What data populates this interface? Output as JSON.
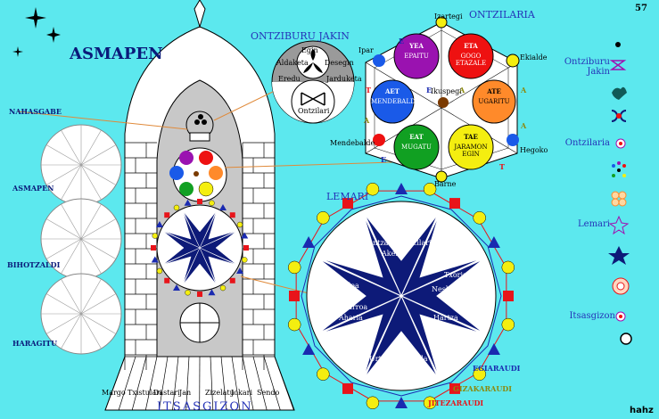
{
  "page_number": "57",
  "signature": "hahz",
  "title_main": "ASMAPEN",
  "title_bottom": "ITSASGIZON",
  "left_labels": [
    "NAHASGABE",
    "ASMAPEN",
    "BIHOTZALDI",
    "HARAGITU"
  ],
  "bottom_names": [
    "Margo",
    "Txistulari",
    "Dastari",
    "Jan",
    "Zizelatu",
    "Jokari",
    "Sendo"
  ],
  "ontziburu": {
    "title": "ONTZIBURU JAKIN",
    "labels": [
      "Egin",
      "Aldaketa",
      "Desegin",
      "Eredu",
      "Jarduketa",
      "Ontzilari"
    ]
  },
  "ontzilaria": {
    "title": "ONTZILARIA",
    "corners": [
      "Izartegi",
      "Ekialde",
      "Hegoko",
      "Barne",
      "Mendebalde",
      "Ipar"
    ],
    "center": "Ikuspegi",
    "circles": [
      {
        "code": "YEA",
        "name": "EPAITU",
        "color": "#9a12b0"
      },
      {
        "code": "ETA",
        "name": "GOGO ETAZALE",
        "color": "#ee1111"
      },
      {
        "code": "ATE",
        "name": "UGARITU",
        "color": "#ff8a2a"
      },
      {
        "code": "TAE",
        "name": "JARAMON EGIN",
        "color": "#f4ee10"
      },
      {
        "code": "EAT",
        "name": "MUGATU",
        "color": "#11a022"
      },
      {
        "code": "AET",
        "name": "MENDEBALDI",
        "color": "#1a5ae8"
      }
    ],
    "letters": [
      "E",
      "T",
      "A",
      "A",
      "T",
      "E",
      "A",
      "T",
      "E",
      "A"
    ]
  },
  "lemari": {
    "title": "LEMARI",
    "names": [
      "Ahuntza",
      "Gezilaria",
      "Akera",
      "Otsoa",
      "Urketaria",
      "Txoria",
      "Balea",
      "Neskatoa",
      "Marroa",
      "Aharia",
      "Hartza",
      "Zezena",
      "Urtxintxa",
      "Txirla"
    ],
    "egia": "EGIARAUDI",
    "gizaka": "GIZAKARAUDI",
    "jitez": "JITEZARAUDI"
  },
  "legend": [
    "Ontziburu",
    "Jakin",
    "Ontzilaria",
    "Lemari",
    "Itsasgizon"
  ],
  "colors": {
    "bg": "#5ce8ee",
    "navy": "#0d1a78",
    "blue": "#2533b8",
    "red": "#e8141a",
    "yellow": "#f4ee10",
    "orange": "#ee7722",
    "gizaka": "#8b8a10"
  }
}
